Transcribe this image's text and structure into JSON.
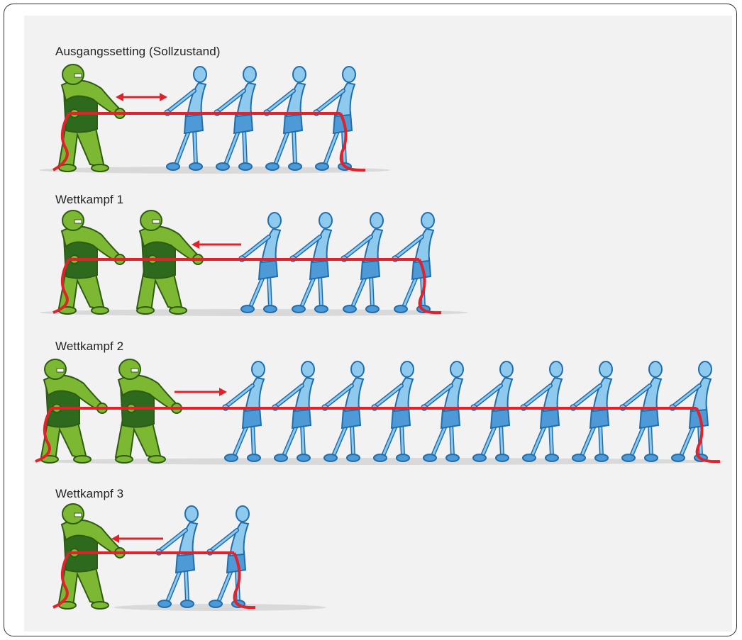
{
  "rows": [
    {
      "title": "Ausgangssetting (Sollzustand)",
      "green_count": 1,
      "blue_count": 4,
      "arrow": "both"
    },
    {
      "title": "Wettkampf 1",
      "green_count": 2,
      "blue_count": 4,
      "arrow": "left"
    },
    {
      "title": "Wettkampf 2",
      "green_count": 2,
      "blue_count": 10,
      "arrow": "right"
    },
    {
      "title": "Wettkampf 3",
      "green_count": 1,
      "blue_count": 2,
      "arrow": "left"
    }
  ],
  "colors": {
    "rope": "#e3212b",
    "green_skin": "#7cb832",
    "green_outline": "#2f5c12",
    "green_suit": "#2d6a1e",
    "blue_skin": "#8ec9ee",
    "blue_outline": "#1f6fae",
    "blue_dark": "#4d9ad6",
    "ground": "#d9d9d9",
    "panel": "#f2f2f2"
  }
}
